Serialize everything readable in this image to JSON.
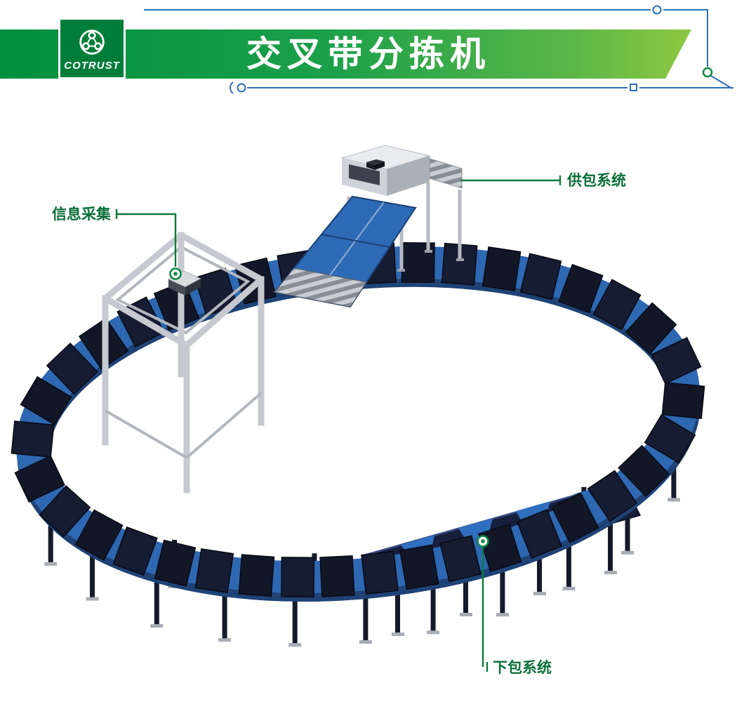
{
  "header": {
    "brand": "COTRUST",
    "title": "交叉带分拣机"
  },
  "callouts": {
    "info_capture": "信息采集",
    "supply": "供包系统",
    "discharge": "下包系统"
  },
  "colors": {
    "banner_green_dark": "#008f3e",
    "banner_green_light": "#a2ce3e",
    "logo_green": "#007d39",
    "callout_green": "#0c7a3c",
    "decor_blue": "#2e6fb7",
    "track_blue": "#2e68b2",
    "carrier_navy": "#141929",
    "chute_navy": "#16203d",
    "chute_triangle_blue": "#2f6fbe",
    "frame_gray": "#c6cad0"
  }
}
